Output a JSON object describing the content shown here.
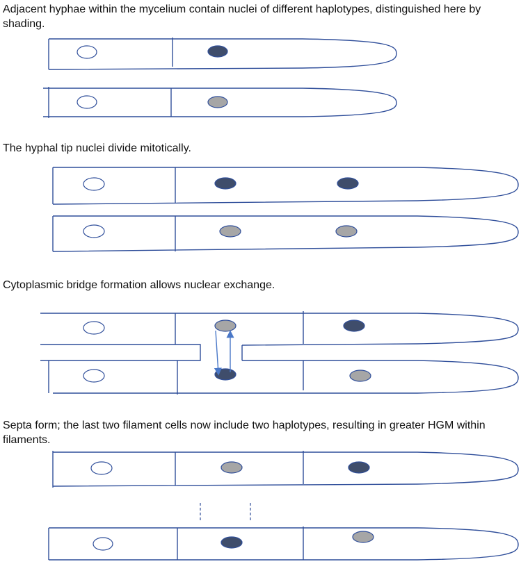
{
  "captions": {
    "step1": "Adjacent hyphae within the mycelium contain nuclei of different haplotypes, distinguished here by shading.",
    "step2": "The hyphal tip nuclei divide mitotically.",
    "step3": "Cytoplasmic bridge formation allows nuclear exchange.",
    "step4": "Septa form; the last two filament cells now include two haplotypes, resulting in greater HGM within filaments."
  },
  "colors": {
    "outline": "#2f4e9a",
    "nucleus_unshaded": "#ffffff",
    "nucleus_dark": "#3f4d6b",
    "nucleus_gray": "#a6a6a6",
    "arrow": "#4a78c8"
  }
}
